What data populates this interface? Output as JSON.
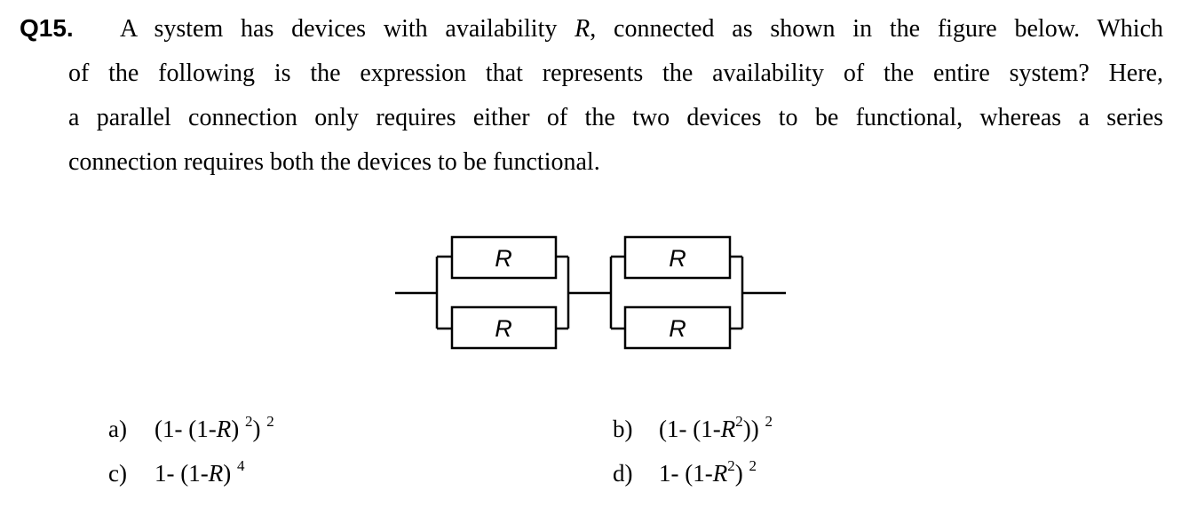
{
  "question": {
    "number": "Q15.",
    "line1": {
      "before": "A system has devices with availability ",
      "var": "R",
      "after": ", connected as shown in the figure below. Which"
    },
    "line2": "of the following is the expression that represents the availability of the entire system? Here,",
    "line3": "a parallel connection only requires either of the two devices to be functional, whereas a series",
    "line4": "connection requires both the devices to be functional."
  },
  "diagram": {
    "labels": [
      "R",
      "R",
      "R",
      "R"
    ]
  },
  "options": [
    {
      "label": "a)",
      "parts": [
        {
          "t": "(1- (1-"
        },
        {
          "i": "R"
        },
        {
          "t": ") "
        },
        {
          "sup": "2"
        },
        {
          "t": ") "
        },
        {
          "sup": "2"
        }
      ]
    },
    {
      "label": "b)",
      "parts": [
        {
          "t": "(1- (1-"
        },
        {
          "i": "R"
        },
        {
          "sup": "2"
        },
        {
          "t": ")) "
        },
        {
          "sup": "2"
        }
      ]
    },
    {
      "label": "c)",
      "parts": [
        {
          "t": "1- (1-"
        },
        {
          "i": "R"
        },
        {
          "t": ") "
        },
        {
          "sup": "4"
        }
      ]
    },
    {
      "label": "d)",
      "parts": [
        {
          "t": "1- (1-"
        },
        {
          "i": "R"
        },
        {
          "sup": "2"
        },
        {
          "t": ") "
        },
        {
          "sup": "2"
        }
      ]
    }
  ]
}
